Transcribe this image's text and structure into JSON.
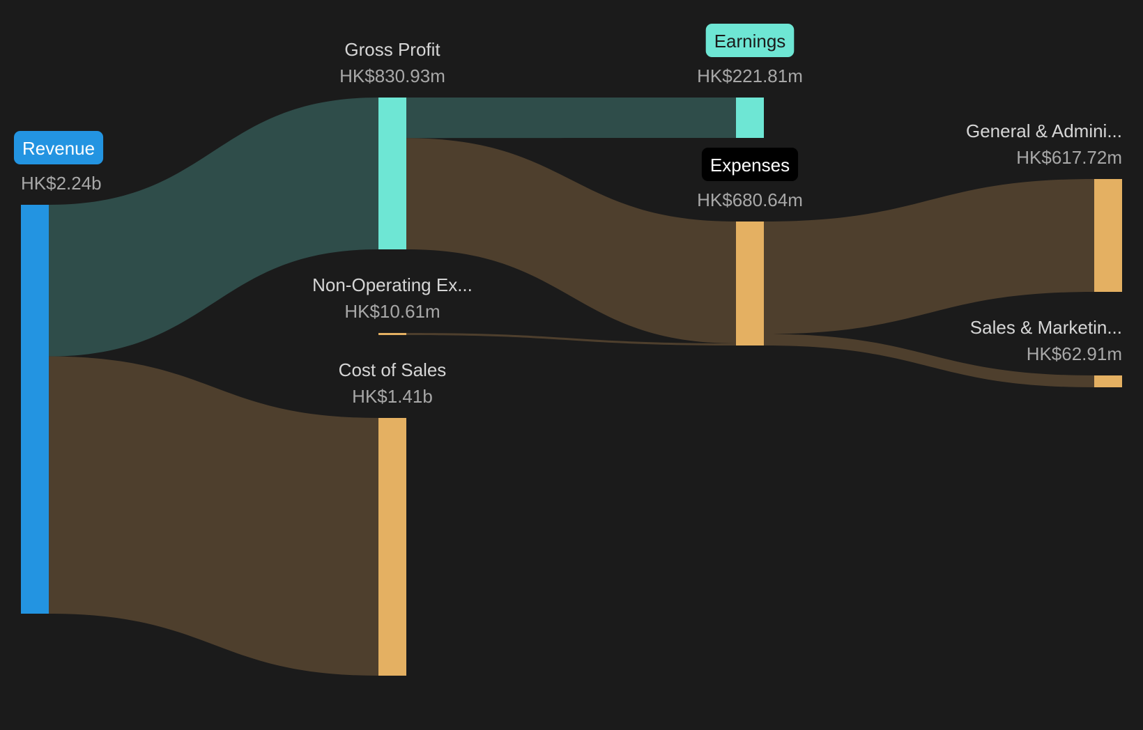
{
  "chart_data": {
    "type": "sankey",
    "colors": {
      "background": "#1b1b1b",
      "revenue": "#2394e1",
      "profit": "#6ee6d4",
      "expense": "#e4b062",
      "profit_link": "#2f4d4a",
      "expense_link": "#4e3f2d",
      "expenses_pill": "#000000"
    },
    "nodes": [
      {
        "id": "revenue",
        "label": "Revenue",
        "value_label": "HK$2.24b",
        "value": 2240,
        "color_key": "revenue",
        "pill": true
      },
      {
        "id": "gross_profit",
        "label": "Gross Profit",
        "value_label": "HK$830.93m",
        "value": 830.93,
        "color_key": "profit",
        "pill": false
      },
      {
        "id": "non_operating",
        "label": "Non-Operating Ex...",
        "value_label": "HK$10.61m",
        "value": 10.61,
        "color_key": "expense",
        "pill": false
      },
      {
        "id": "cost_of_sales",
        "label": "Cost of Sales",
        "value_label": "HK$1.41b",
        "value": 1410,
        "color_key": "expense",
        "pill": false
      },
      {
        "id": "earnings",
        "label": "Earnings",
        "value_label": "HK$221.81m",
        "value": 221.81,
        "color_key": "profit",
        "pill": true
      },
      {
        "id": "expenses",
        "label": "Expenses",
        "value_label": "HK$680.64m",
        "value": 680.64,
        "color_key": "expense",
        "pill": true
      },
      {
        "id": "general_admin",
        "label": "General & Admini...",
        "value_label": "HK$617.72m",
        "value": 617.72,
        "color_key": "expense",
        "pill": false
      },
      {
        "id": "sales_marketing",
        "label": "Sales & Marketin...",
        "value_label": "HK$62.91m",
        "value": 62.91,
        "color_key": "expense",
        "pill": false
      }
    ],
    "links": [
      {
        "source": "revenue",
        "target": "gross_profit",
        "value": 830.93,
        "kind": "profit"
      },
      {
        "source": "revenue",
        "target": "cost_of_sales",
        "value": 1410,
        "kind": "expense"
      },
      {
        "source": "gross_profit",
        "target": "earnings",
        "value": 221.81,
        "kind": "profit"
      },
      {
        "source": "gross_profit",
        "target": "expenses",
        "value": 609.12,
        "kind": "expense"
      },
      {
        "source": "non_operating",
        "target": "expenses",
        "value": 10.61,
        "kind": "expense"
      },
      {
        "source": "expenses",
        "target": "general_admin",
        "value": 617.72,
        "kind": "expense"
      },
      {
        "source": "expenses",
        "target": "sales_marketing",
        "value": 62.91,
        "kind": "expense"
      }
    ]
  }
}
